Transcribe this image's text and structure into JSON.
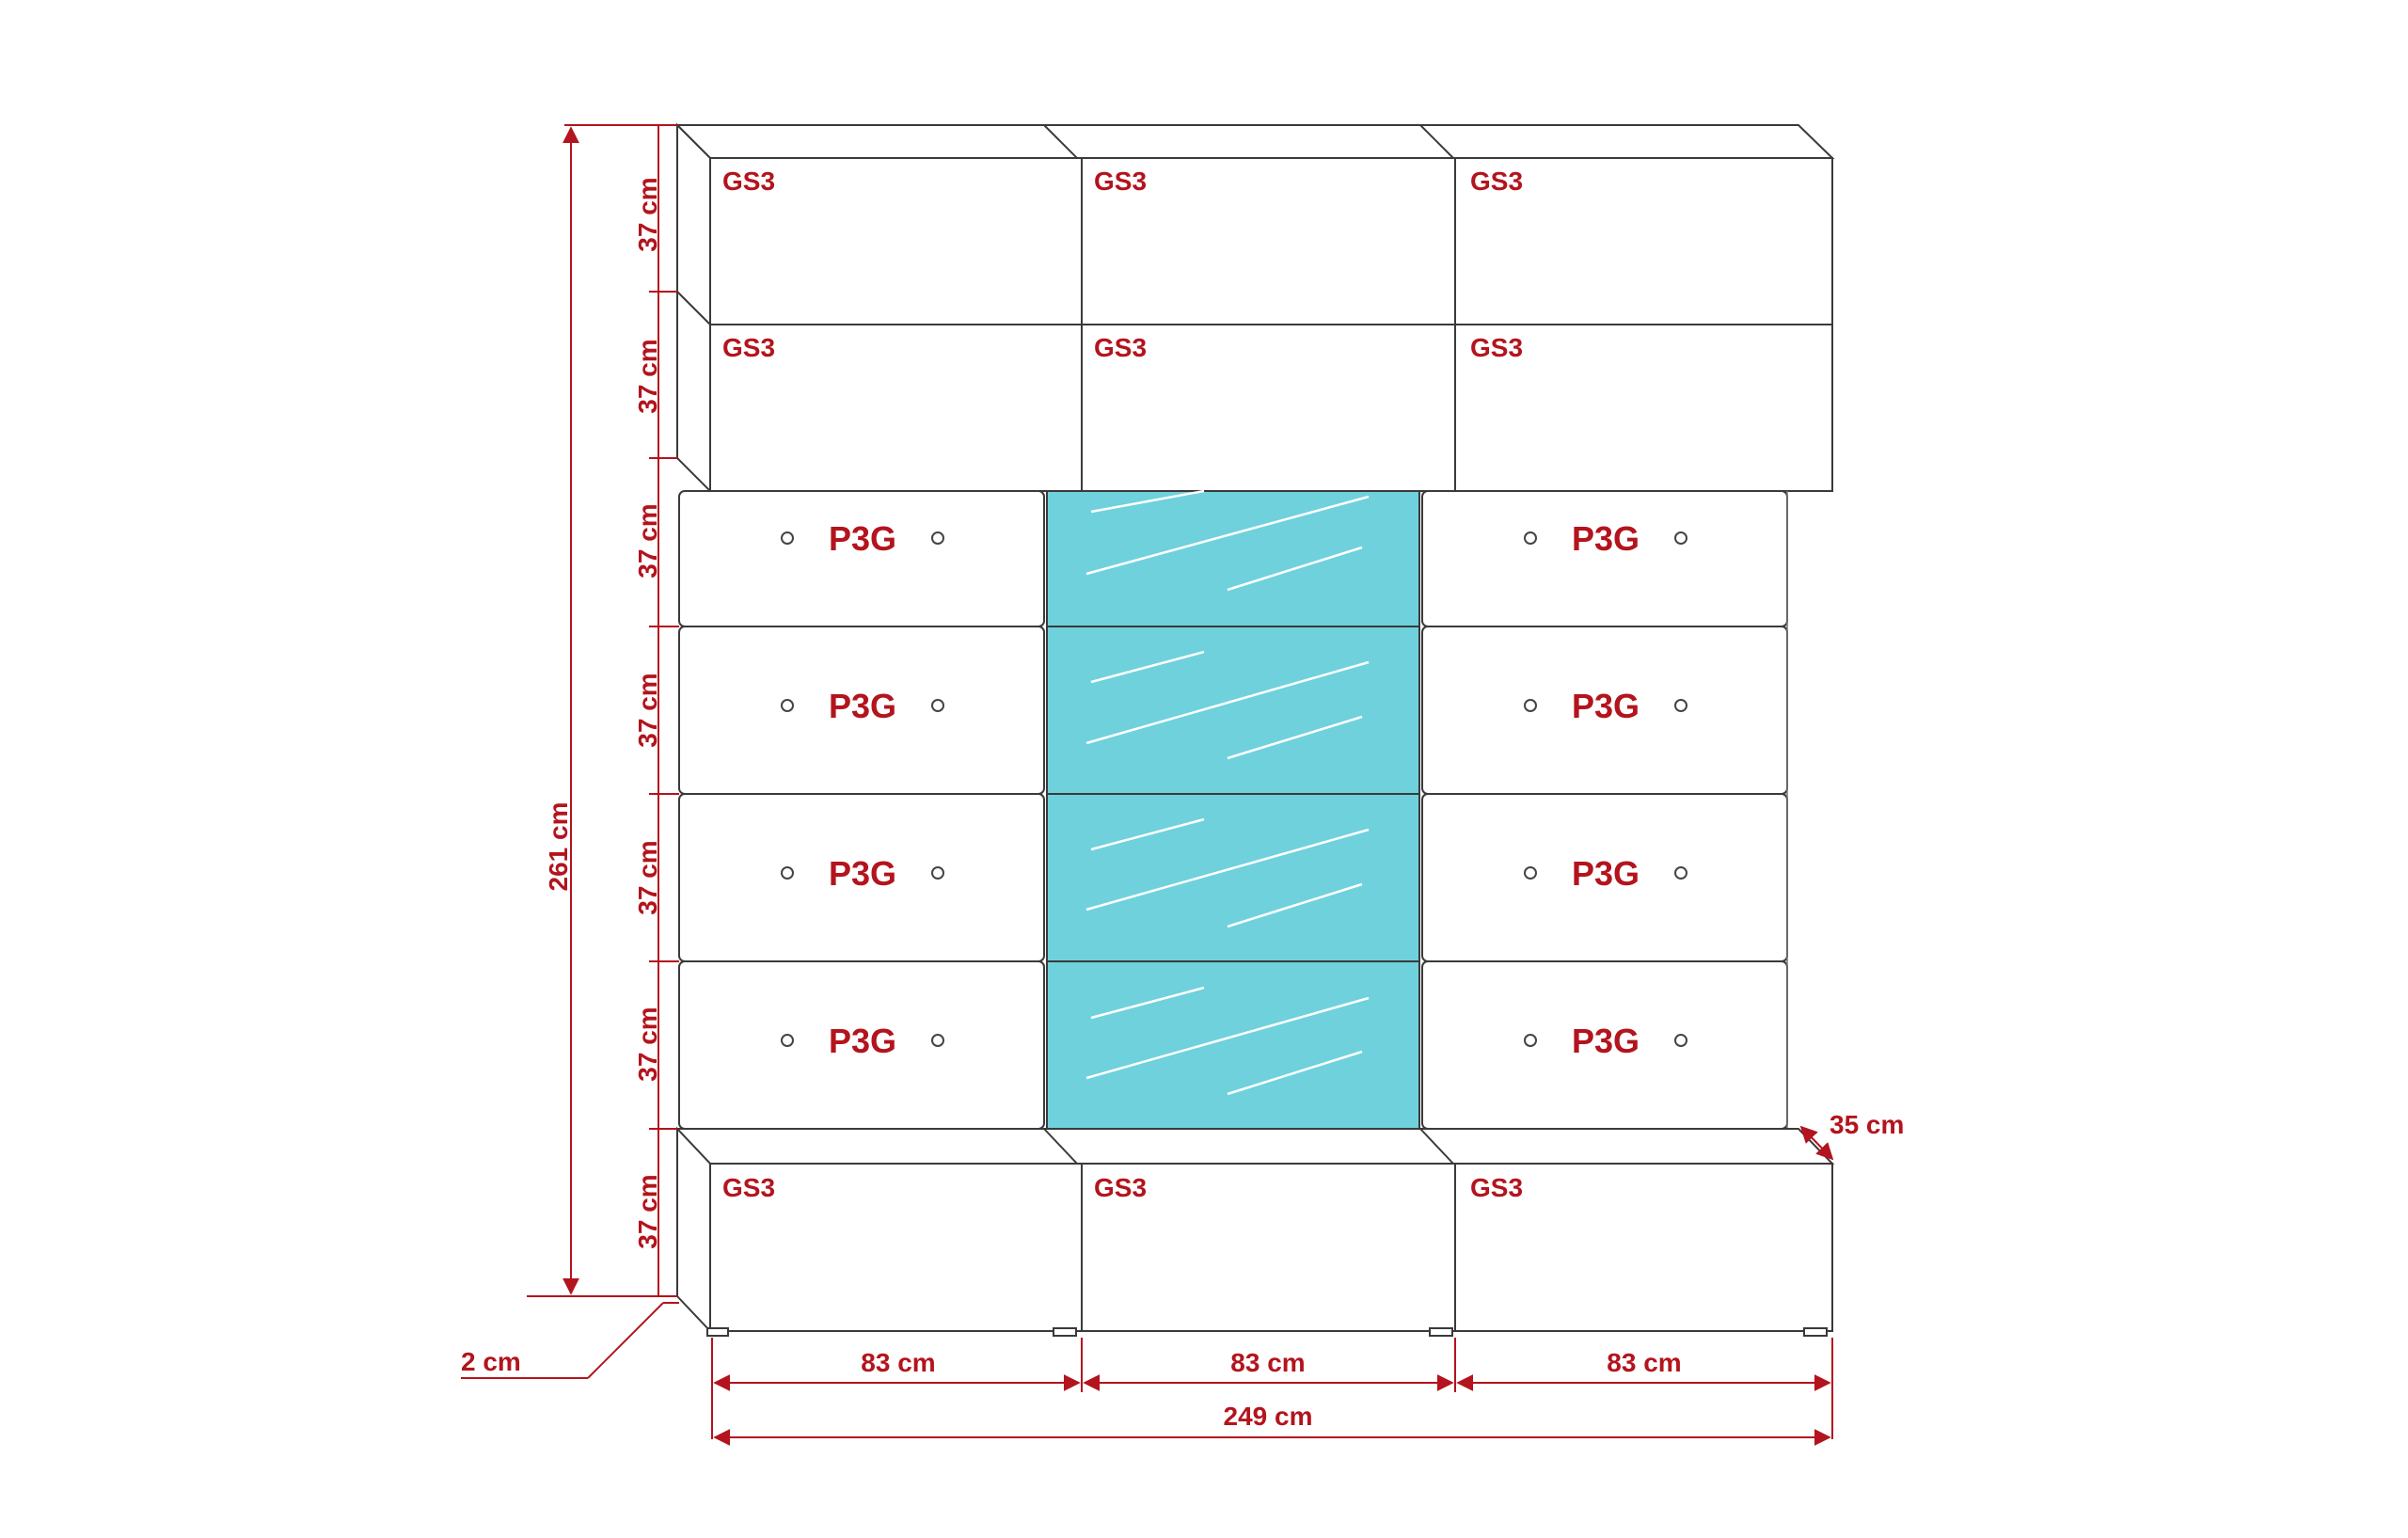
{
  "modules": {
    "top_row1": [
      "GS3",
      "GS3",
      "GS3"
    ],
    "top_row2": [
      "GS3",
      "GS3",
      "GS3"
    ],
    "bottom_row": [
      "GS3",
      "GS3",
      "GS3"
    ],
    "left_column": [
      "P3G",
      "P3G",
      "P3G",
      "P3G"
    ],
    "right_column": [
      "P3G",
      "P3G",
      "P3G",
      "P3G"
    ]
  },
  "dimensions": {
    "row_heights": [
      "37 cm",
      "37 cm",
      "37 cm",
      "37 cm",
      "37 cm",
      "37 cm",
      "37 cm"
    ],
    "total_height": "261 cm",
    "module_widths": [
      "83 cm",
      "83 cm",
      "83 cm"
    ],
    "total_width": "249 cm",
    "depth": "35 cm",
    "gap": "2 cm"
  },
  "colors": {
    "label": "#b3141d",
    "glass": "#6fd1dc",
    "outline": "#3a3a3a"
  }
}
